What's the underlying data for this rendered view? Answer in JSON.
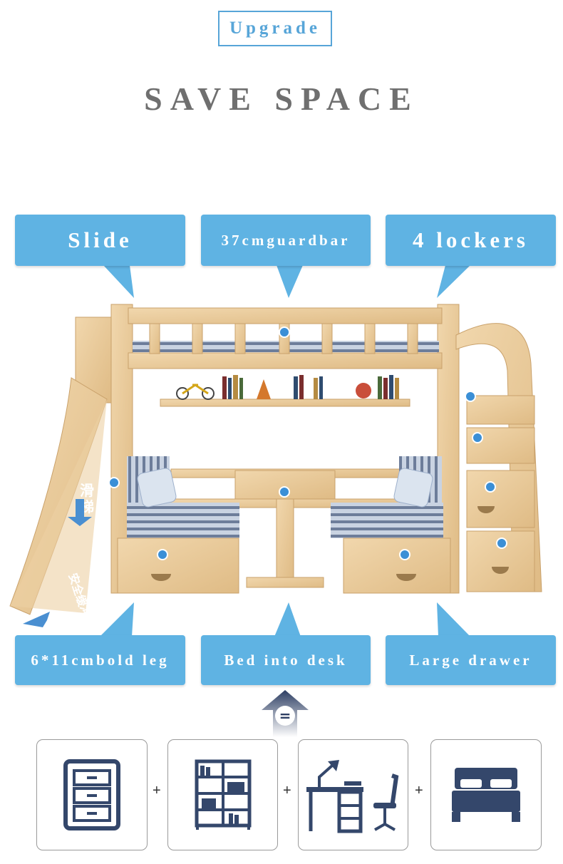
{
  "header": {
    "badge": "Upgrade",
    "headline": "SAVE SPACE"
  },
  "callouts": {
    "slide": "Slide",
    "guardbar": "37cmguardbar",
    "lockers": "4 lockers",
    "leg": "6*11cmbold leg",
    "desk": "Bed into desk",
    "drawer": "Large drawer"
  },
  "slide_text": {
    "line1": "滑",
    "line2": "梯",
    "line3": "安全缓冲"
  },
  "combo": {
    "equals": "=",
    "plus": "+"
  },
  "icons": [
    "drawer-cabinet-icon",
    "bookshelf-icon",
    "desk-chair-icon",
    "bed-icon"
  ],
  "colors": {
    "accent": "#5fb3e3",
    "icon": "#34476b",
    "wood": "#e8c99a"
  }
}
